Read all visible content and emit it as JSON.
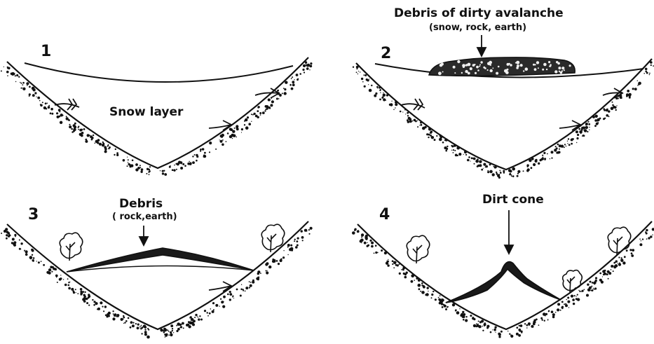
{
  "panels": [
    {
      "number": "1",
      "label": "Snow layer",
      "note": ""
    },
    {
      "number": "2",
      "label": "Debris of dirty avalanche",
      "note": "(snow, rock, earth)"
    },
    {
      "number": "3",
      "label": "Debris",
      "note": "( rock,earth)"
    },
    {
      "number": "4",
      "label": "Dirt cone",
      "note": ""
    }
  ],
  "colors": {
    "ink": "#111111",
    "background": "#ffffff"
  }
}
